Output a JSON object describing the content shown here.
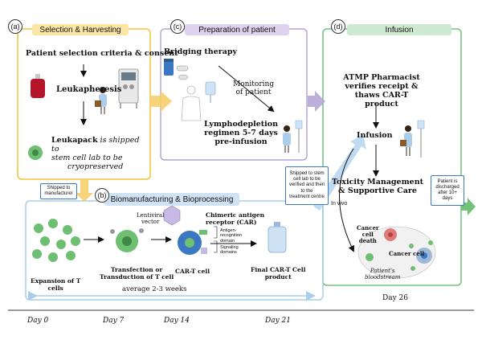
{
  "panels": {
    "a": {
      "letter": "(a)",
      "title": "Selection & Harvesting"
    },
    "b": {
      "letter": "(b)",
      "title": "Biomanufacturing & Bioprocessing"
    },
    "c": {
      "letter": "(c)",
      "title": "Preparation of patient"
    },
    "d": {
      "letter": "(d)",
      "title": "Infusion"
    }
  },
  "selection": {
    "criteria": "Patient selection criteria & consent",
    "leukapheresis": "Leukapheresis",
    "leukapack_bold": "Leukapack",
    "leukapack_line1": " is shipped to",
    "leukapack_line2": "stem cell lab to be",
    "leukapack_line3": "cryopreserved"
  },
  "preparation": {
    "bridging": "Bridging therapy",
    "monitoring_line1": "Monitoring",
    "monitoring_line2": "of patient",
    "lympho_line1": "Lymphodepletion",
    "lympho_line2": "regimen 5-7 days",
    "lympho_line3": "pre-infusion"
  },
  "infusion": {
    "atmp_line1": "ATMP Pharmacist",
    "atmp_line2": "verifies receipt &",
    "atmp_line3": "thaws CAR-T product",
    "infusion_label": "Infusion",
    "toxicity_line1": "Toxicity Management",
    "toxicity_line2": "& Supportive Care",
    "in_vivo": "In vivo",
    "cancer_death_line1": "Cancer",
    "cancer_death_line2": "cell",
    "cancer_death_line3": "death",
    "cancer_cell": "Cancer cell",
    "bloodstream_line1": "Patient's",
    "bloodstream_line2": "bloodstream"
  },
  "biomanufacturing": {
    "expansion_line1": "Expansion of T",
    "expansion_line2": "cells",
    "lentiviral_line1": "Lentiviral",
    "lentiviral_line2": "vector",
    "transfection_line1": "Transfection or",
    "transfection_line2": "Transduction of T cell",
    "cart_cell": "CAR-T cell",
    "car_line1": "Chimeric antigen",
    "car_line2": "receptor (CAR)",
    "antigen_line1": "Antigen-",
    "antigen_line2": "recognition",
    "antigen_line3": "domain",
    "signaling_line1": "Signaling",
    "signaling_line2": "domains",
    "final_line1": "Final CAR-T Cell",
    "final_line2": "product",
    "average": "average 2-3 weeks"
  },
  "callouts": {
    "shipped_manufacturer_line1": "Shipped to",
    "shipped_manufacturer_line2": "manufacturer",
    "shipped_stem_line1": "Shipped to stem",
    "shipped_stem_line2": "cell lab to be",
    "shipped_stem_line3": "verified and then",
    "shipped_stem_line4": "to the",
    "shipped_stem_line5": "treatment centre",
    "discharged_line1": "Patient is",
    "discharged_line2": "discharged",
    "discharged_line3": "after 10+",
    "discharged_line4": "days"
  },
  "timeline": {
    "day0": "Day 0",
    "day7": "Day 7",
    "day14": "Day 14",
    "day21": "Day 21",
    "day26": "Day 26"
  },
  "colors": {
    "panel_a": "#f2c33c",
    "panel_a_fill": "#fbe6a6",
    "panel_b": "#a9cdea",
    "panel_b_fill": "#cfe3f4",
    "panel_c": "#b6a6d6",
    "panel_c_fill": "#ddd3ee",
    "panel_d": "#74c27a",
    "panel_d_fill": "#cde9cf",
    "arrow_blue": "#b9d6ef",
    "arrow_green": "#74c27a",
    "arrow_purple": "#b6a6d6",
    "arrow_yellow": "#f6cf6b",
    "tcell_green": "#6fbf73",
    "timeline": "#9a9a9a"
  }
}
